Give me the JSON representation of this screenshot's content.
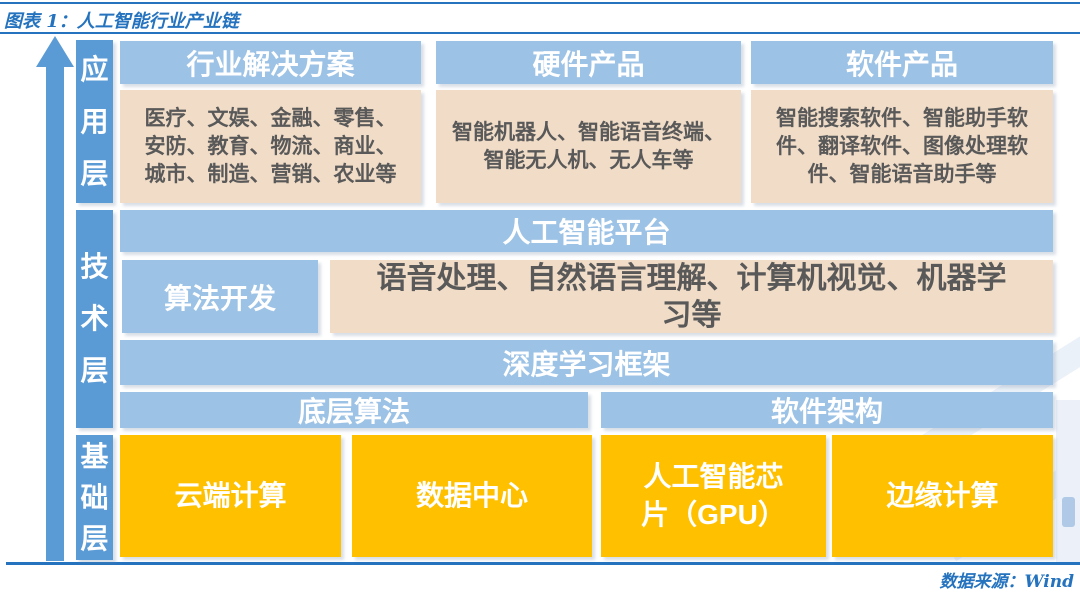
{
  "figure": {
    "title": "图表 1：人工智能行业产业链",
    "source": "数据来源：Wind"
  },
  "palette": {
    "accent_blue": "#2573BE",
    "medium_blue": "#5B9BD5",
    "light_blue": "#9CC2E5",
    "tan": "#F0DCC7",
    "orange": "#FFC000",
    "body_text_gray": "#595959"
  },
  "layers": {
    "application": {
      "label": "应用层",
      "columns": [
        {
          "header": "行业解决方案",
          "body": "医疗、文娱、金融、零售、安防、教育、物流、商业、城市、制造、营销、农业等"
        },
        {
          "header": "硬件产品",
          "body": "智能机器人、智能语音终端、智能无人机、无人车等"
        },
        {
          "header": "软件产品",
          "body": "智能搜索软件、智能助手软件、翻译软件、图像处理软件、智能语音助手等"
        }
      ]
    },
    "technology": {
      "label": "技术层",
      "platform": "人工智能平台",
      "algorithm_dev": "算法开发",
      "algorithm_fields": "语音处理、自然语言理解、计算机视觉、机器学习等",
      "deep_learning_framework": "深度学习框架",
      "base_algorithm": "底层算法",
      "software_architecture": "软件架构"
    },
    "foundation": {
      "label": "基础层",
      "items": [
        "云端计算",
        "数据中心",
        "人工智能芯片（GPU）",
        "边缘计算"
      ]
    }
  }
}
